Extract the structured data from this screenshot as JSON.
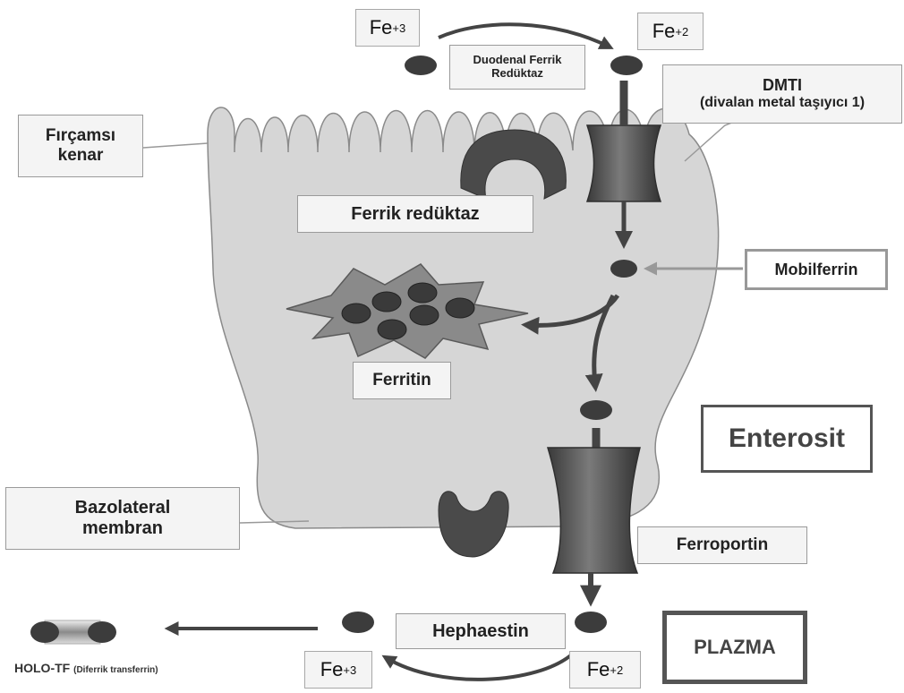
{
  "labels": {
    "fe3_top": {
      "base": "Fe",
      "charge": "+3"
    },
    "fe2_top": {
      "base": "Fe",
      "charge": "+2"
    },
    "fe3_bottom": {
      "base": "Fe",
      "charge": "+3"
    },
    "fe2_bottom": {
      "base": "Fe",
      "charge": "+2"
    },
    "duodenal_ferric_reductase": [
      "Duodenal Ferrik",
      "Redüktaz"
    ],
    "dmt1_title": "DMTI",
    "dmt1_subtitle": "(divalan metal taşıyıcı 1)",
    "brush_border": [
      "Fırçamsı",
      "kenar"
    ],
    "ferric_reductase": "Ferrik redüktaz",
    "mobilferrin": "Mobilferrin",
    "ferritin": "Ferritin",
    "enterocyte": "Enterosit",
    "basolateral_membrane": [
      "Bazolateral",
      "membran"
    ],
    "ferroportin": "Ferroportin",
    "hephaestin": "Hephaestin",
    "plasma": "PLAZMA",
    "holo_tf": "HOLO-TF",
    "holo_tf_note": "(Diferrik transferrin)"
  },
  "colors": {
    "cell_fill": "#d6d6d6",
    "cell_outline": "#8a8a8a",
    "iron": "#3c3c3c",
    "transporter": "#4a4a4a",
    "arrow": "#444444",
    "box_border": "#555555"
  }
}
